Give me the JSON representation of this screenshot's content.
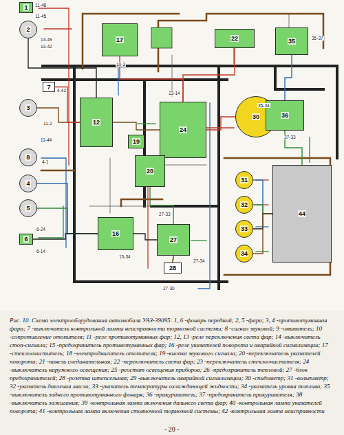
{
  "diagram": {
    "caption": "Рис. 10. Схема электрооборудования автомобиля УАЗ-39095: 1, 6 -фонарь передний; 2, 5 -фара; 3, 4 -противотуманная фара; 7 -выключатель контрольной лампы неисправности тормозной системы; 8 -сигнал звуковой; 9 -омыватель; 10 -сопротивление отопителя; 11 -реле противотуманных фар; 12, 13 -реле переключения света фар; 14 -выключатель стоп-сигнала; 15 -предохранитель противотуманных фар; 16 -реле указателей поворота и аварийной сигнализации; 17 -стеклоочиститель; 18 -электродвигатель отопителя; 19 -кнопка звукового сигнала; 20 -переключатель указателей поворота; 21 -панель соединительная; 22 -переключатель света фар; 23 -переключатель стеклоочистителя; 24 -выключатель наружного освещения; 25 -реостат освещения приборов; 26 -предохранитель тепловой; 27 -блок предохранителей; 28 -розетка штепсельная; 29 -выключатель аварийной сигнализации; 30 -спидометр; 31 -вольтметр; 32 -указатель давления масла; 33 -указатель температуры охлаждающей жидкости; 34 -указатель уровня топлива; 35 -выключатель заднего противотуманного фонаря; 36 -прикуриватель; 37 -предохранитель прикуривателя; 38 -выключатель зажигания; 39 -контрольная лампа включения дальнего света фар; 40 -контрольная лампа указателей поворота; 41 -контрольная лампа включения стояночной тормозной системы; 42 -контрольная лампа неисправности",
    "nodes": [
      {
        "text": [
          "1"
        ]
      },
      {
        "text": [
          "2"
        ]
      },
      {
        "text": [
          "7"
        ]
      },
      {
        "text": [
          "3"
        ]
      },
      {
        "text": [
          "8"
        ]
      },
      {
        "text": [
          "4"
        ]
      },
      {
        "text": [
          "5"
        ]
      },
      {
        "text": [
          "6"
        ]
      },
      {
        "text": [
          "17"
        ]
      },
      {
        "text": [
          "12"
        ]
      },
      {
        "text": [
          "24"
        ]
      },
      {
        "text": [
          "19"
        ]
      },
      {
        "text": [
          "20"
        ]
      },
      {
        "text": [
          "16"
        ]
      },
      {
        "text": [
          "27"
        ]
      },
      {
        "text": [
          "28"
        ]
      },
      {
        "text": [
          "22"
        ]
      },
      {
        "text": [
          "35"
        ]
      },
      {
        "text": [
          "30"
        ]
      },
      {
        "text": [
          "36"
        ]
      },
      {
        "text": [
          "31"
        ]
      },
      {
        "text": [
          "32"
        ]
      },
      {
        "text": [
          "33"
        ]
      },
      {
        "text": [
          "34"
        ]
      },
      {
        "text": [
          "44"
        ]
      }
    ],
    "edges": [
      {
        "from": 1,
        "to": 9,
        "arrow": "none"
      },
      {
        "from": 3,
        "to": 9,
        "arrow": "none"
      },
      {
        "from": 2,
        "to": 9,
        "arrow": "none"
      },
      {
        "from": 5,
        "to": 13,
        "arrow": "none"
      },
      {
        "from": 6,
        "to": 13,
        "arrow": "none"
      },
      {
        "from": 7,
        "to": 13,
        "arrow": "none"
      },
      {
        "from": 9,
        "to": 10,
        "arrow": "none"
      },
      {
        "from": 8,
        "to": 10,
        "arrow": "none"
      },
      {
        "from": 10,
        "to": 12,
        "arrow": "none"
      },
      {
        "from": 12,
        "to": 14,
        "arrow": "none"
      },
      {
        "from": 13,
        "to": 14,
        "arrow": "none"
      },
      {
        "from": 14,
        "to": 15,
        "arrow": "none"
      },
      {
        "from": 10,
        "to": 18,
        "arrow": "none"
      },
      {
        "from": 20,
        "to": 24,
        "arrow": "none"
      },
      {
        "from": 21,
        "to": 24,
        "arrow": "none"
      },
      {
        "from": 22,
        "to": 24,
        "arrow": "none"
      },
      {
        "from": 23,
        "to": 24,
        "arrow": "none"
      },
      {
        "from": 16,
        "to": 10,
        "arrow": "none"
      },
      {
        "from": 17,
        "to": 19,
        "arrow": "none"
      },
      {
        "from": 19,
        "to": 24,
        "arrow": "none"
      }
    ],
    "labels": [
      "11-48",
      "11-45",
      "13-49",
      "13-42",
      "4-42",
      "11-2",
      "4-1",
      "11-44",
      "6-24",
      "6-14",
      "27-33",
      "27-34",
      "23-14",
      "15-34",
      "35-34",
      "35-37",
      "37-33",
      "27-30",
      "10-3",
      "- 20 -"
    ]
  }
}
